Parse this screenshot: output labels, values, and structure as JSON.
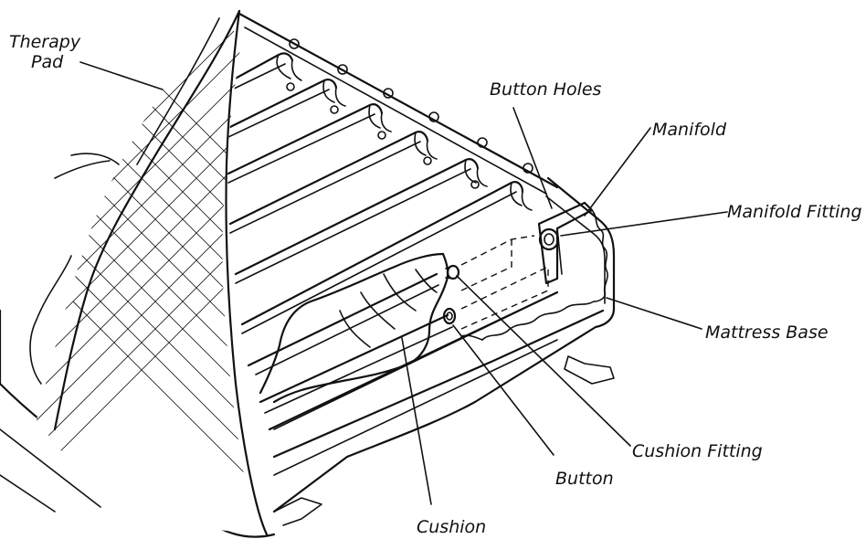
{
  "labels": {
    "therapy_pad_line1": "Therapy",
    "therapy_pad_line2": "Pad",
    "button_holes": "Button Holes",
    "manifold": "Manifold",
    "manifold_fitting": "Manifold Fitting",
    "mattress_base": "Mattress Base",
    "cushion_fitting": "Cushion Fitting",
    "button": "Button",
    "cushion": "Cushion"
  },
  "colors": {
    "line": "#111111",
    "background": "#ffffff"
  }
}
